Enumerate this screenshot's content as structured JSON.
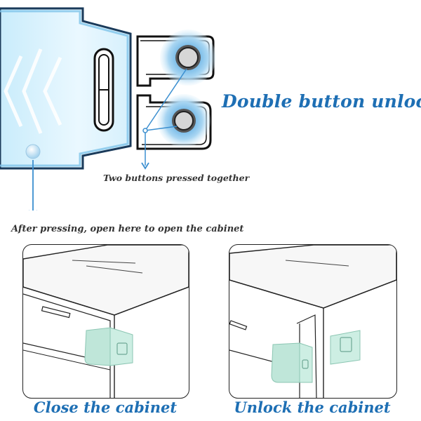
{
  "headline": "Double button unlock",
  "captions": {
    "buttons_pressed": "Two buttons pressed together",
    "open_here": "After pressing, open here to open the cabinet"
  },
  "panels": {
    "close_label": "Close the cabinet",
    "unlock_label": "Unlock the cabinet"
  },
  "colors": {
    "accent_blue": "#1e6fb4",
    "lock_green": "#bfe6d9"
  },
  "icons": [
    "down-arrow-icon",
    "button-halo-icon"
  ]
}
